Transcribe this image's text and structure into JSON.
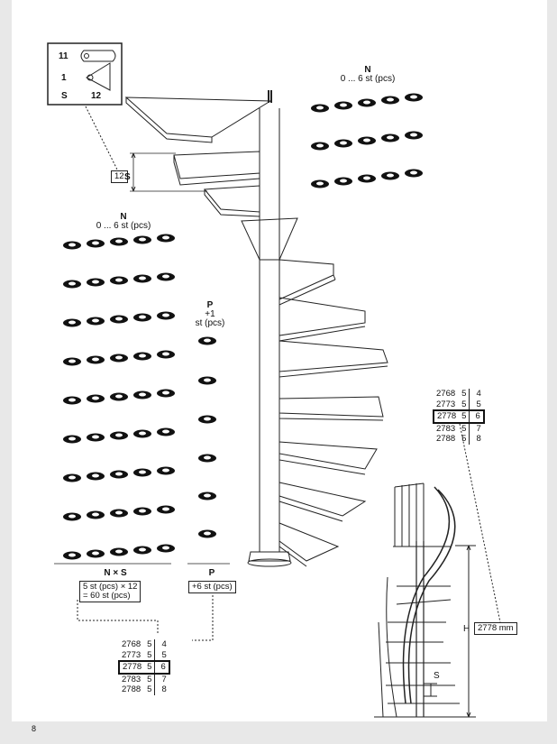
{
  "legend": {
    "row1_number": "11",
    "row2_number": "1",
    "s_label": "S",
    "count": "12"
  },
  "callout_12": "12",
  "s_dim": "S",
  "group_n_top": {
    "letter": "N",
    "range": "0 ... 6 st (pcs)"
  },
  "group_n_left": {
    "letter": "N",
    "range": "0 ... 6 st (pcs)"
  },
  "group_p": {
    "letter": "P",
    "plus": "+1",
    "unit": "st (pcs)"
  },
  "summary": {
    "nxs_label": "N × S",
    "nxs_formula_line1": "5 st (pcs) × 12",
    "nxs_formula_line2": "= 60 st (pcs)",
    "p_label": "P",
    "p_total": "+6 st (pcs)"
  },
  "spec_table": {
    "rows": [
      [
        "2768",
        "5",
        "4"
      ],
      [
        "2773",
        "5",
        "5"
      ],
      [
        "2778",
        "5",
        "6"
      ],
      [
        "2783",
        "5",
        "7"
      ],
      [
        "2788",
        "5",
        "8"
      ]
    ],
    "highlighted_row": 2
  },
  "height": {
    "label": "H",
    "value": "2778 mm",
    "s_label": "S"
  },
  "page_number": "8"
}
